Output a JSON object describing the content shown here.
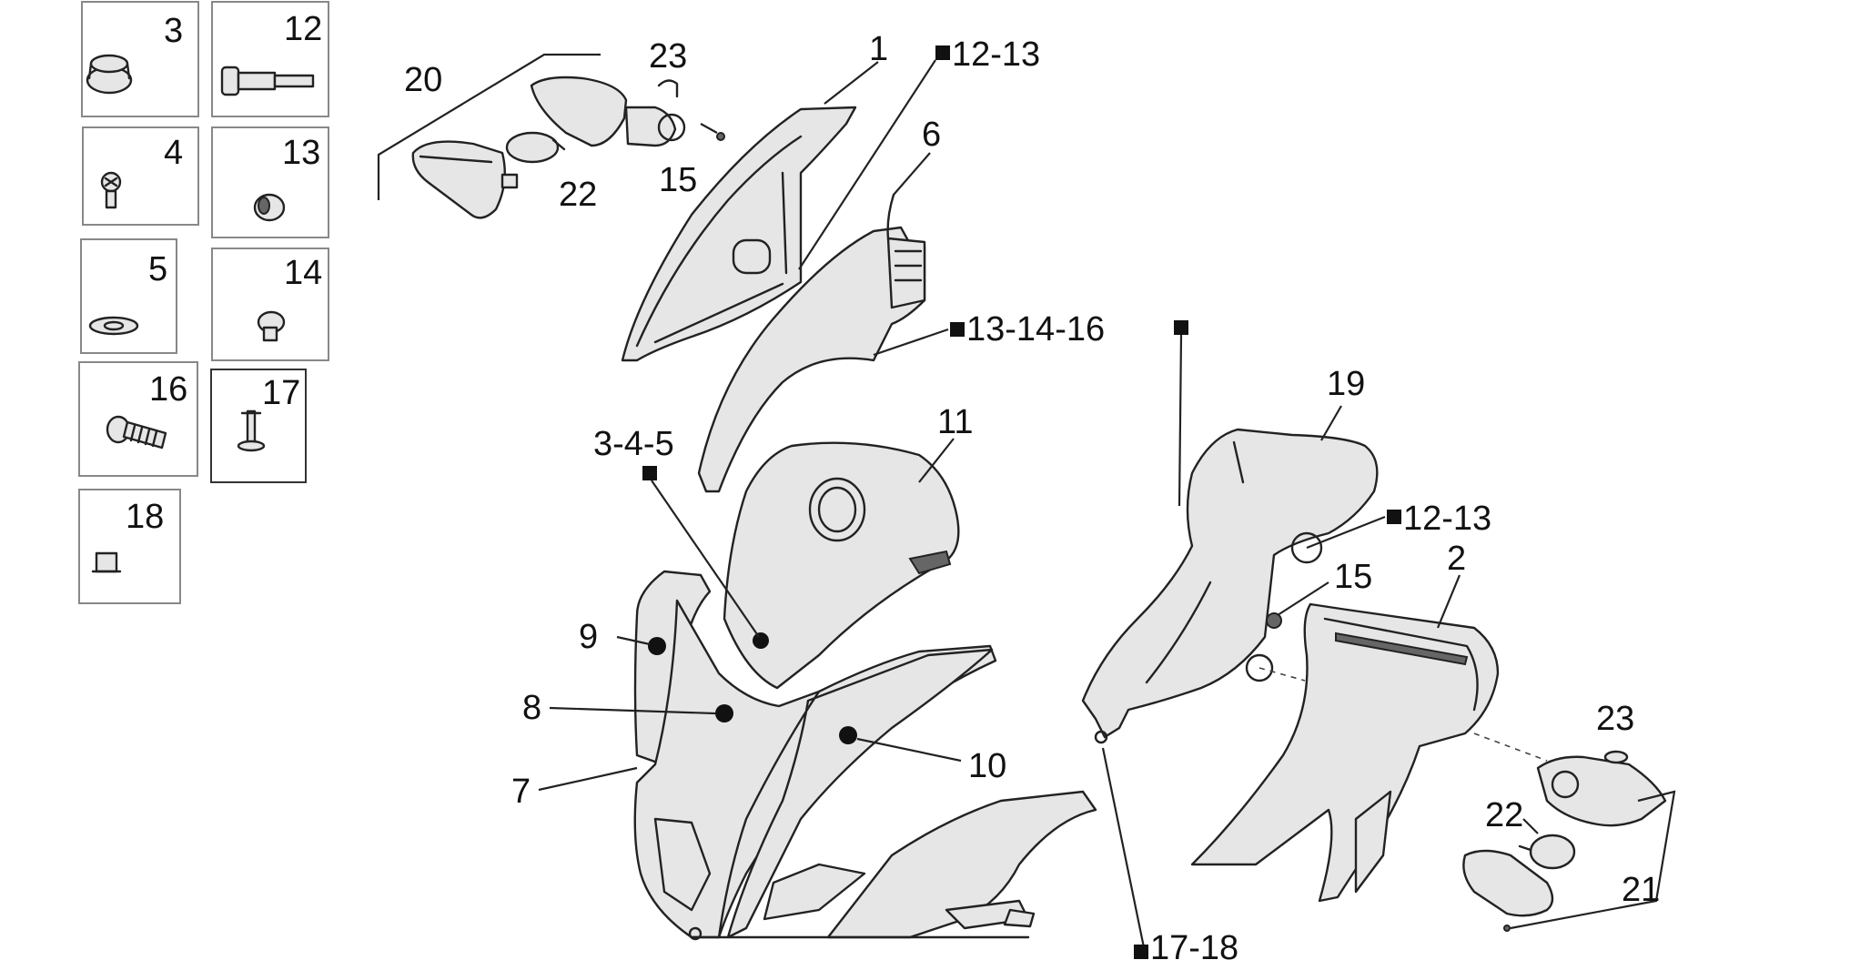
{
  "inset_boxes": [
    {
      "id": "3",
      "label": "3"
    },
    {
      "id": "12",
      "label": "12"
    },
    {
      "id": "4",
      "label": "4"
    },
    {
      "id": "13",
      "label": "13"
    },
    {
      "id": "5",
      "label": "5"
    },
    {
      "id": "14",
      "label": "14"
    },
    {
      "id": "16",
      "label": "16"
    },
    {
      "id": "17",
      "label": "17"
    },
    {
      "id": "18",
      "label": "18"
    }
  ],
  "callouts": {
    "c1": "1",
    "c12_13_top": "12-13",
    "c6": "6",
    "c13_14_16": "13-14-16",
    "c20": "20",
    "c23_left": "23",
    "c15_left": "15",
    "c22_left": "22",
    "c11": "11",
    "c3_4_5": "3-4-5",
    "c9": "9",
    "c8": "8",
    "c7": "7",
    "c10": "10",
    "c19": "19",
    "c12_13_right": "12-13",
    "c15_right": "15",
    "c2": "2",
    "c23_right": "23",
    "c22_right": "22",
    "c21": "21",
    "c17_18": "17-18"
  },
  "colors": {
    "line": "#222222",
    "marker": "#111111",
    "background": "#ffffff"
  }
}
